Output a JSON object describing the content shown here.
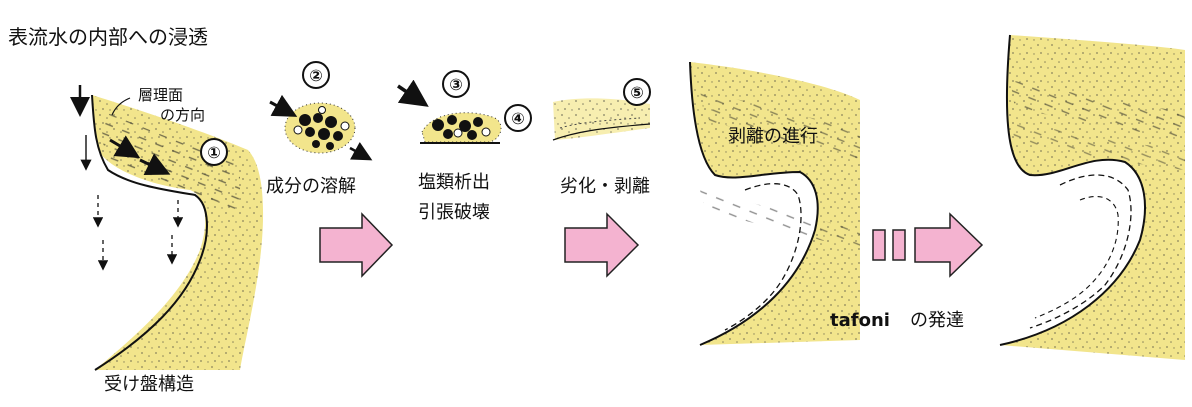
{
  "title": "表流水の内部への浸透",
  "labels": {
    "bedding_line1": "層理面",
    "bedding_line2": "の方向",
    "dissolution": "成分の溶解",
    "salt_line1": "塩類析出",
    "salt_line2": "引張破壊",
    "degradation": "劣化・剥離",
    "exfoliation": "剥離の進行",
    "tafoni_word": "tafoni",
    "tafoni_rest": "の発達",
    "structure": "受け盤構造"
  },
  "steps": [
    "①",
    "②",
    "③",
    "④",
    "⑤"
  ],
  "colors": {
    "rock_fill": "#f2e58c",
    "rock_fill_light": "#f7eeb0",
    "outline": "#111111",
    "arrow_pink": "#f4b3d0",
    "arrow_pink_edge": "#222222"
  }
}
